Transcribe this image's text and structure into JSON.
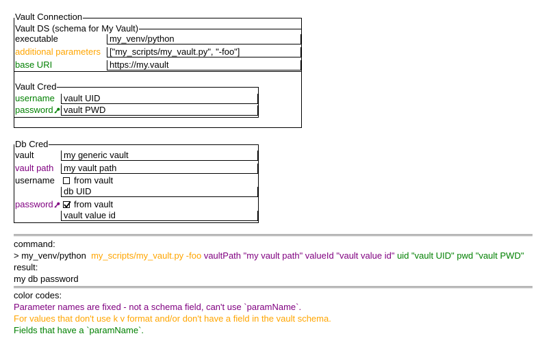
{
  "vault_connection": {
    "legend": "Vault Connection",
    "ds": {
      "legend": "Vault DS (schema for My Vault)",
      "executable_label": "executable",
      "executable_value": "my_venv/python",
      "additional_params_label": "additional parameters",
      "additional_params_value": "[\"my_scripts/my_vault.py\", \"-foo\"]",
      "base_uri_label": "base URI",
      "base_uri_value": "https://my.vault"
    },
    "cred": {
      "legend": "Vault Cred",
      "username_label": "username",
      "username_value": "vault UID",
      "password_label": "password",
      "password_value": "vault PWD"
    }
  },
  "db_cred": {
    "legend": "Db Cred",
    "vault_label": "vault",
    "vault_value": "my generic vault",
    "vault_path_label": "vault path",
    "vault_path_value": "my vault path",
    "username_label": "username",
    "username_checkbox_label": "from vault",
    "username_checked": false,
    "username_value": "db UID",
    "password_label": "password",
    "password_checkbox_label": "from vault",
    "password_checked": true,
    "password_value": "vault value id"
  },
  "command": {
    "label": "command:",
    "prompt": "> my_venv/python  ",
    "script_args": "my_scripts/my_vault.py -foo ",
    "vault_path_key": "vaultPath ",
    "vault_path_val": "\"my vault path\" ",
    "value_id_key": "valueId ",
    "value_id_val": "\"vault value id\" ",
    "uid_key": "uid ",
    "uid_val": "\"vault UID\" ",
    "pwd_key": "pwd ",
    "pwd_val": "\"vault PWD\""
  },
  "result": {
    "label": "result:",
    "value": "my db password"
  },
  "color_codes": {
    "label": "color codes:",
    "purple_text": "Parameter names are fixed - not a schema field, can't use `paramName`.",
    "orange_text": "For values that don't use k v format and/or don't have a field in the vault schema.",
    "green_text": "Fields that have a `paramName`."
  },
  "colors": {
    "purple": "#800080",
    "orange": "#FFA500",
    "green": "#008000"
  },
  "icons": [
    "key-icon",
    "checkbox-checked-icon",
    "checkbox-unchecked-icon"
  ]
}
